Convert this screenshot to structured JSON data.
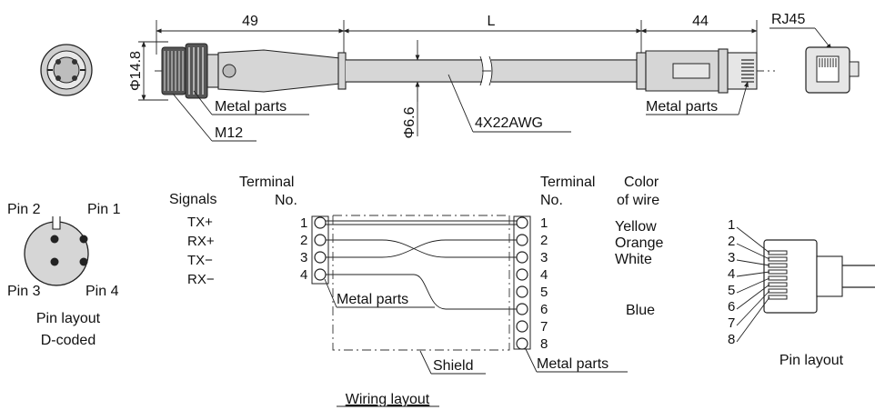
{
  "dimensions": {
    "d49": "49",
    "dL": "L",
    "d44": "44",
    "rj45": "RJ45",
    "phi148": "Φ14.8",
    "phi66": "Φ6.6",
    "awg": "4X22AWG",
    "metal_left": "Metal parts",
    "m12": "M12",
    "metal_right": "Metal parts"
  },
  "m12_pin_layout": {
    "pin1": "Pin 1",
    "pin2": "Pin 2",
    "pin3": "Pin 3",
    "pin4": "Pin 4",
    "caption": "Pin layout",
    "subcaption": "D-coded"
  },
  "wiring": {
    "signals_header": "Signals",
    "terminal_left_header_1": "Terminal",
    "terminal_left_header_2": "No.",
    "terminal_right_header_1": "Terminal",
    "terminal_right_header_2": "No.",
    "color_header_1": "Color",
    "color_header_2": "of wire",
    "signals": [
      "TX+",
      "RX+",
      "TX−",
      "RX−"
    ],
    "left_terminals": [
      "1",
      "2",
      "3",
      "4"
    ],
    "right_terminals": [
      "1",
      "2",
      "3",
      "4",
      "5",
      "6",
      "7",
      "8"
    ],
    "colors": [
      "Yellow",
      "Orange",
      "White",
      "Blue"
    ],
    "metal_parts_inner": "Metal parts",
    "shield": "Shield",
    "metal_parts_right": "Metal parts",
    "caption": "Wiring layout"
  },
  "rj45_pin_layout": {
    "pins": [
      "1",
      "2",
      "3",
      "4",
      "5",
      "6",
      "7",
      "8"
    ],
    "caption": "Pin layout"
  }
}
